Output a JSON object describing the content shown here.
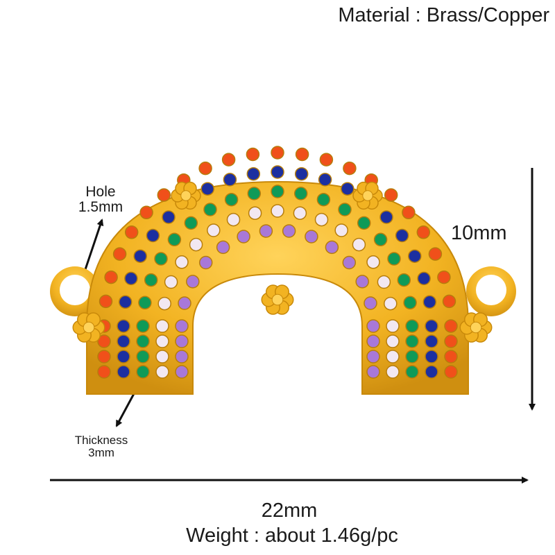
{
  "material": "Material : Brass/Copper",
  "hole": {
    "title": "Hole",
    "size": "1.5mm"
  },
  "thickness": {
    "title": "Thickness",
    "size": "3mm"
  },
  "height": "10mm",
  "width": "22mm",
  "weight": "Weight : about 1.46g/pc",
  "colors": {
    "gold": "#f2b322",
    "gold_dark": "#c8890a",
    "orange": "#f0501a",
    "blue": "#1c2fa0",
    "green": "#0f9a58",
    "white": "#f2e8f2",
    "purple": "#a878d8"
  }
}
